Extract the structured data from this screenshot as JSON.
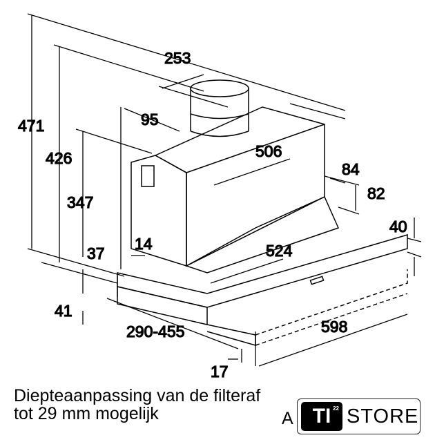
{
  "dimensions": {
    "d253": "253",
    "d471": "471",
    "d426": "426",
    "d95": "95",
    "d506": "506",
    "d84": "84",
    "d82": "82",
    "d347": "347",
    "d40": "40",
    "d14": "14",
    "d524": "524",
    "d37": "37",
    "d41": "41",
    "d290_455": "290-455",
    "d598": "598",
    "d17": "17"
  },
  "caption": {
    "line1": "Diepteaanpassing van de filteraf",
    "line2": "tot 29 mm mogelijk",
    "fragment": "A"
  },
  "logo": {
    "mark": "TI",
    "superscript": "22",
    "text": "STORE"
  }
}
